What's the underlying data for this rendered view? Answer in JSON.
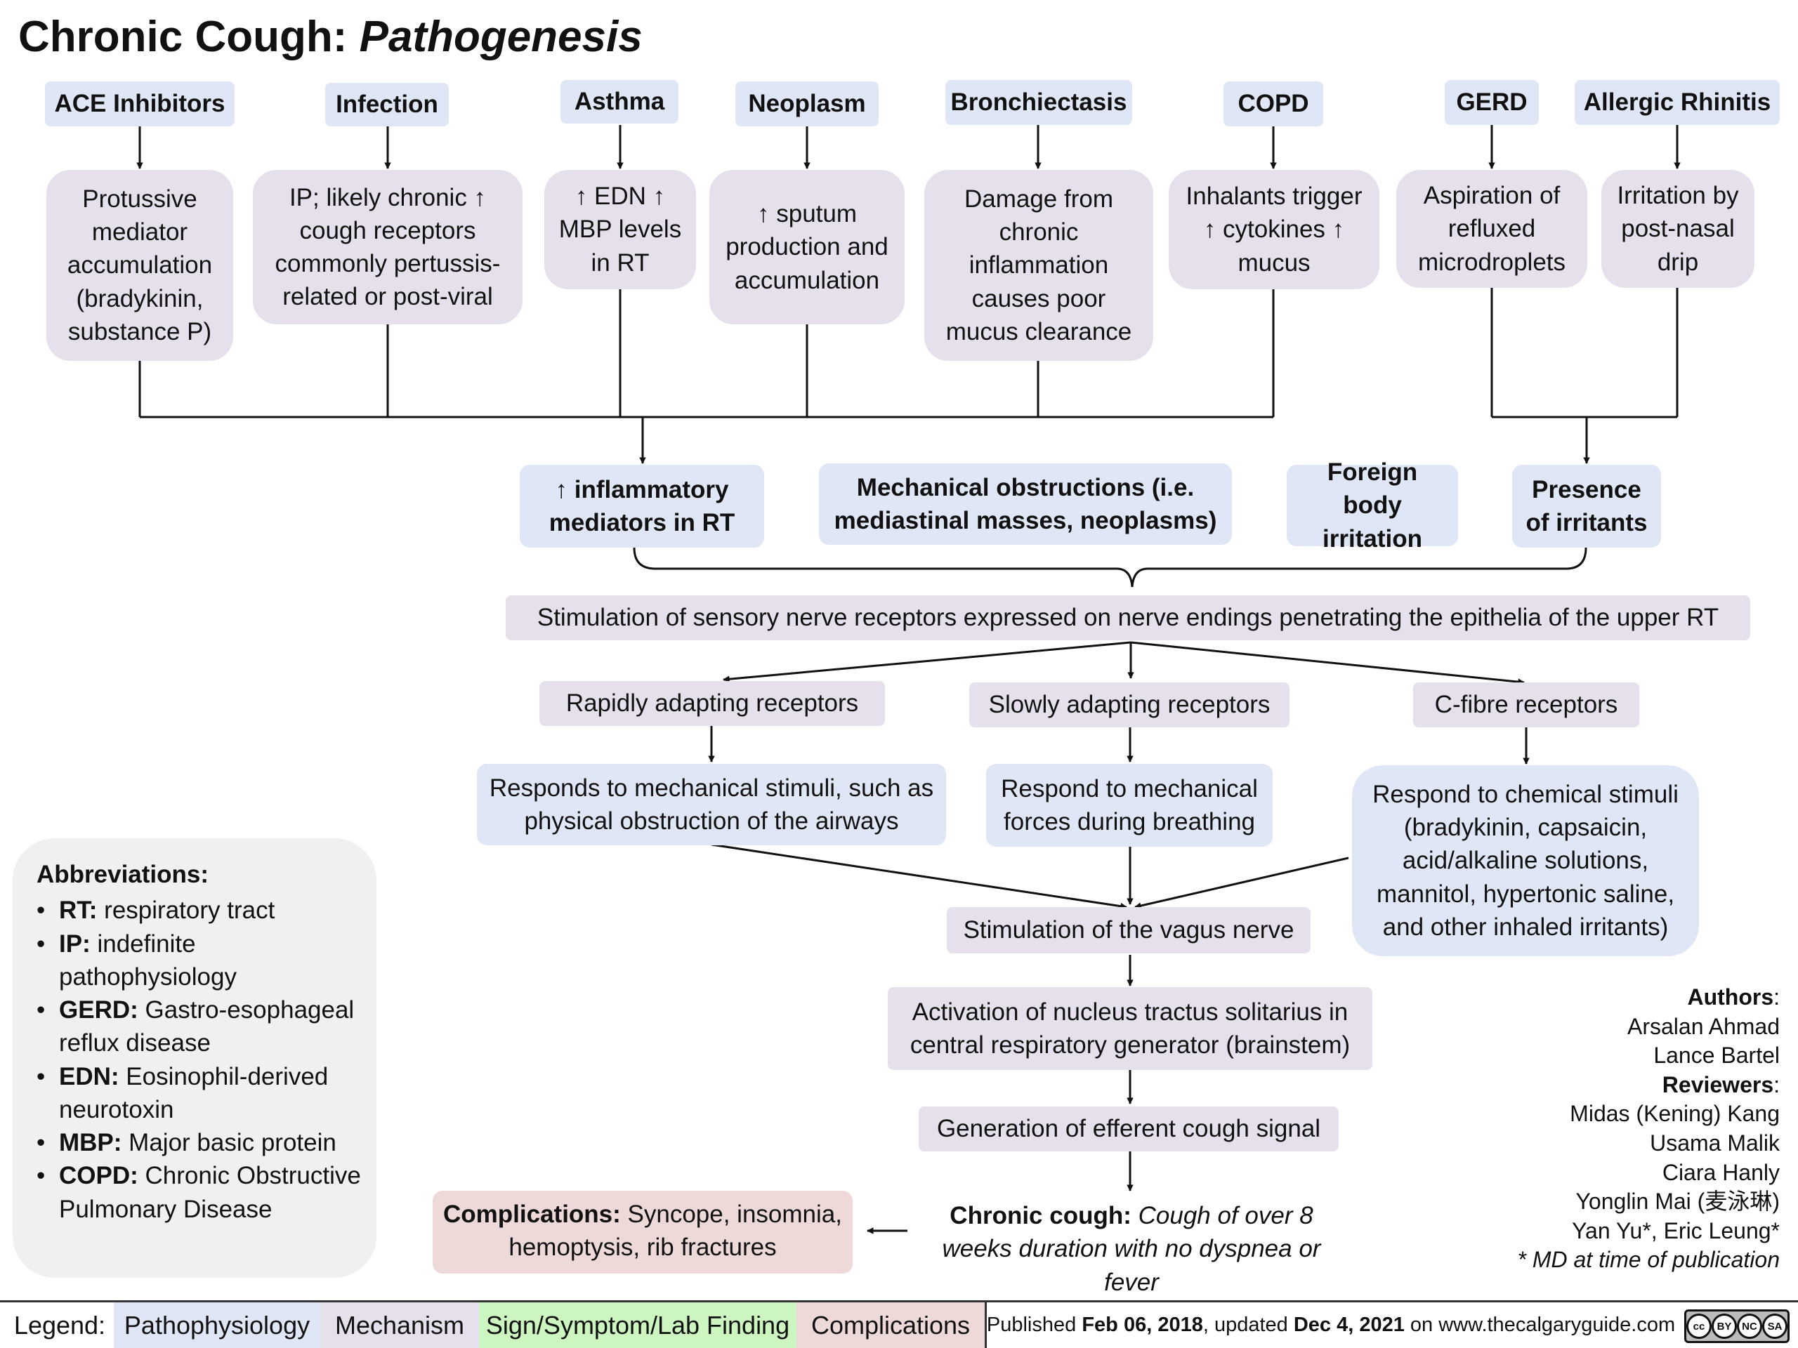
{
  "title": {
    "main": "Chronic Cough: ",
    "italic": "Pathogenesis"
  },
  "causes": [
    {
      "header": "ACE Inhibitors",
      "detail": "Protussive mediator accumulation (bradykinin, substance P)"
    },
    {
      "header": "Infection",
      "detail": "IP; likely chronic ↑ cough receptors commonly pertussis-related or post-viral"
    },
    {
      "header": "Asthma",
      "detail": "↑ EDN ↑ MBP levels in RT"
    },
    {
      "header": "Neoplasm",
      "detail": "↑ sputum production and accumulation"
    },
    {
      "header": "Bronchiectasis",
      "detail": "Damage from chronic inflammation causes poor mucus clearance"
    },
    {
      "header": "COPD",
      "detail": "Inhalants trigger ↑ cytokines ↑ mucus"
    },
    {
      "header": "GERD",
      "detail": "Aspiration of refluxed microdroplets"
    },
    {
      "header": "Allergic Rhinitis",
      "detail": "Irritation by post-nasal drip"
    }
  ],
  "intermediate": {
    "inflammatory": "↑ inflammatory mediators in RT",
    "mechanical": "Mechanical obstructions (i.e. mediastinal masses, neoplasms)",
    "foreign_body": "Foreign body irritation",
    "irritants": "Presence of irritants"
  },
  "stimulation": "Stimulation of sensory nerve receptors expressed on nerve endings penetrating the epithelia of the upper RT",
  "receptors": {
    "rapid": {
      "name": "Rapidly adapting receptors",
      "response": "Responds to mechanical stimuli, such as physical obstruction of the airways"
    },
    "slow": {
      "name": "Slowly adapting receptors",
      "response": "Respond to mechanical forces during breathing"
    },
    "cfibre": {
      "name": "C-fibre receptors",
      "response": "Respond to chemical stimuli (bradykinin, capsaicin, acid/alkaline solutions, mannitol, hypertonic saline, and other inhaled irritants)"
    }
  },
  "vagus": "Stimulation of the vagus nerve",
  "nucleus": "Activation of nucleus tractus solitarius in central respiratory generator (brainstem)",
  "efferent": "Generation of efferent cough signal",
  "chronic_cough": {
    "label": "Chronic cough:",
    "text": "Cough of over 8 weeks duration with no dyspnea or fever"
  },
  "complications": {
    "label": "Complications:",
    "text": "Syncope, insomnia, hemoptysis, rib fractures"
  },
  "abbreviations": {
    "title": "Abbreviations:",
    "items": [
      {
        "term": "RT:",
        "def": "respiratory tract"
      },
      {
        "term": "IP:",
        "def": "indefinite pathophysiology"
      },
      {
        "term": "GERD:",
        "def": "Gastro-esophageal reflux disease"
      },
      {
        "term": "EDN:",
        "def": "Eosinophil-derived neurotoxin"
      },
      {
        "term": "MBP:",
        "def": "Major basic protein"
      },
      {
        "term": "COPD:",
        "def": "Chronic Obstructive Pulmonary Disease"
      }
    ]
  },
  "credits": {
    "authors_label": "Authors",
    "authors": [
      "Arsalan Ahmad",
      "Lance Bartel"
    ],
    "reviewers_label": "Reviewers",
    "reviewers": [
      "Midas (Kening) Kang",
      "Usama Malik",
      "Ciara Hanly",
      "Yonglin Mai (麦泳琳)",
      "Yan Yu*, Eric Leung*"
    ],
    "note": "* MD at time of publication"
  },
  "legend": {
    "label": "Legend:",
    "items": [
      {
        "label": "Pathophysiology",
        "color": "#dfe6f5"
      },
      {
        "label": "Mechanism",
        "color": "#e6e0ec"
      },
      {
        "label": "Sign/Symptom/Lab Finding",
        "color": "#ccf5c0"
      },
      {
        "label": "Complications",
        "color": "#ecd9d8"
      }
    ],
    "published": {
      "prefix": "Published ",
      "date1": "Feb 06, 2018",
      "mid": ", updated ",
      "date2": "Dec 4, 2021",
      "suffix": " on www.thecalgaryguide.com"
    },
    "license": [
      "cc",
      "BY",
      "NC",
      "SA"
    ]
  }
}
